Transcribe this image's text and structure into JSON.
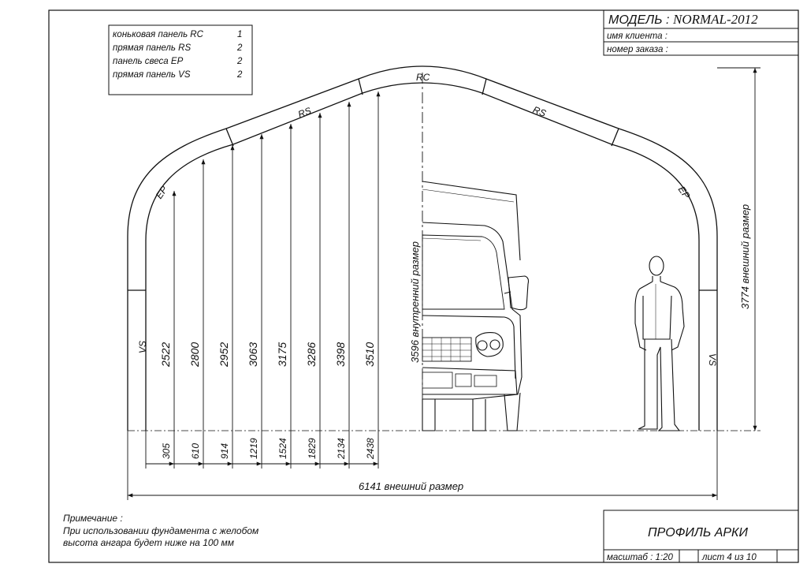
{
  "title_block": {
    "model_label": "МОДЕЛЬ :",
    "model_value": "NORMAL-2012",
    "client_label": "имя клиента :",
    "order_label": "номер заказа :"
  },
  "legend": {
    "items": [
      {
        "label": "коньковая панель RC",
        "qty": "1"
      },
      {
        "label": "прямая панель RS",
        "qty": "2"
      },
      {
        "label": "панель свеса EP",
        "qty": "2"
      },
      {
        "label": "прямая панель VS",
        "qty": "2"
      }
    ]
  },
  "panels": {
    "rc": "RC",
    "rs_left": "RS",
    "rs_right": "RS",
    "ep_left": "EP",
    "ep_right": "EP",
    "vs_left": "VS",
    "vs_right": "VS"
  },
  "heights": [
    "2522",
    "2800",
    "2952",
    "3063",
    "3175",
    "3286",
    "3398",
    "3510"
  ],
  "offsets": [
    "305",
    "610",
    "914",
    "1219",
    "1524",
    "1829",
    "2134",
    "2438"
  ],
  "dimensions": {
    "inner_height": "3596 внутренний размер",
    "outer_height": "3774 внешний размер",
    "outer_width": "6141 внешний размер"
  },
  "note": {
    "title": "Примечание :",
    "line1": "При использовании фундамента с желобом",
    "line2": "высота ангара будет ниже на  100 мм"
  },
  "drawing_title": "ПРОФИЛЬ АРКИ",
  "scale": "масштаб : 1:20",
  "sheet": "лист 4  из  10"
}
